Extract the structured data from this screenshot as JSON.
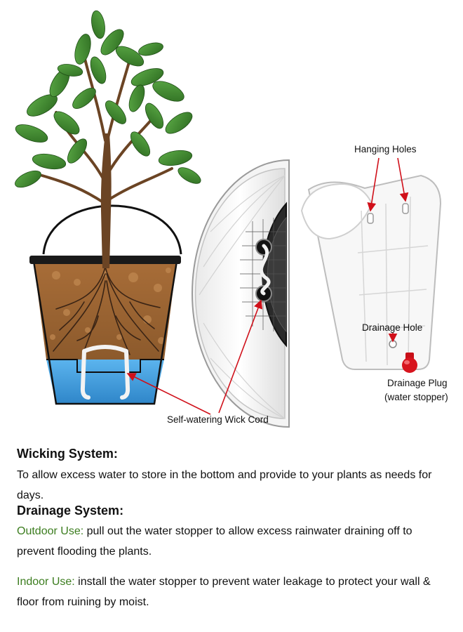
{
  "labels": {
    "hanging_holes": "Hanging Holes",
    "drainage_hole": "Drainage Hole",
    "drainage_plug_line1": "Drainage Plug",
    "drainage_plug_line2": "(water stopper)",
    "wick_cord": "Self-watering Wick Cord"
  },
  "wicking": {
    "heading": "Wicking System:",
    "text": "To allow excess water to store in the bottom and provide to your plants as needs for days."
  },
  "drainage": {
    "heading": "Drainage System:",
    "outdoor_lead": "Outdoor Use:",
    "outdoor_text": " pull out the water stopper to allow excess rainwater draining off to prevent flooding the plants.",
    "indoor_lead": "Indoor Use:",
    "indoor_text": " install the water stopper to prevent water leakage to protect your wall & floor from ruining by moist."
  },
  "colors": {
    "accent_green": "#3c7d1f",
    "arrow_red": "#d0101a",
    "water_blue": "#4aa3e0",
    "soil_brown": "#9a6434"
  }
}
